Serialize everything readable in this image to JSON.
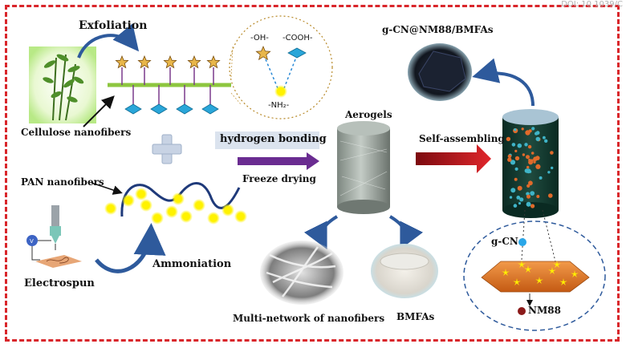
{
  "corner_text": "DOI: 10.1039/C",
  "labels": {
    "exfoliation": "Exfoliation",
    "cellulose": "Cellulose nanofibers",
    "pan": "PAN nanofibers",
    "electrospun": "Electrospun",
    "ammoniation": "Ammoniation",
    "hydrogen_bonding": "hydrogen bonding",
    "freeze_drying": "Freeze drying",
    "aerogels": "Aerogels",
    "self_assembling": "Self-assembling",
    "composite": "g-CN@NM88/BMFAs",
    "multi_network": "Multi-network of nanofibers",
    "bmfas": "BMFAs",
    "gcn": "g-CN",
    "nm88": "NM88",
    "oh": "-OH-",
    "cooh": "-COOH-",
    "nh2": "-NH₂-"
  },
  "colors": {
    "frame": "#d9262b",
    "fiber_green": "#8dc63f",
    "arrow_blue": "#2e5a9c",
    "purple_arrow": "#6a2c91",
    "red_arrow": "#c8161d",
    "yellow_node": "#fff200"
  }
}
